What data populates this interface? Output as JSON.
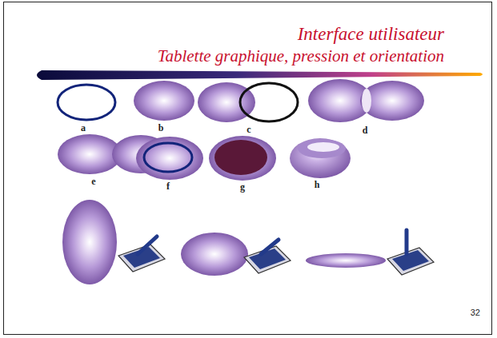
{
  "diagram": {
    "title": "Interface utilisateur",
    "labels": [
      "Tablette graphique, pression et orientation",
      "a",
      "b",
      "c",
      "d",
      "e",
      "f",
      "g",
      "h",
      "32"
    ]
  }
}
